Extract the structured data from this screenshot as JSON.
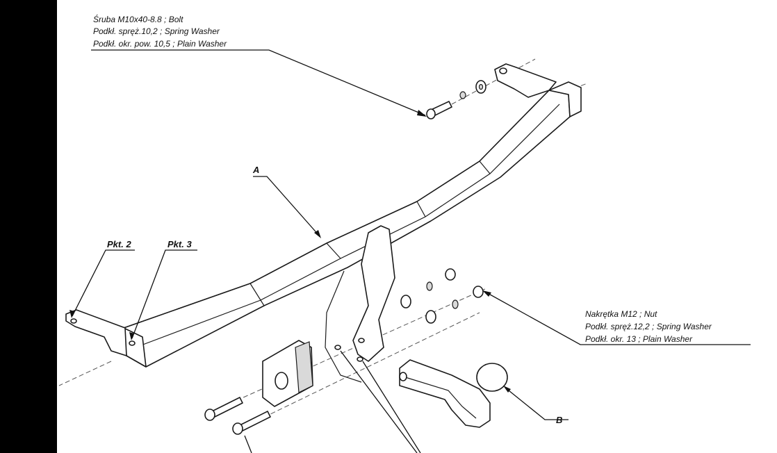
{
  "labels": {
    "bolt_lines": [
      "Śruba M10x40-8.8 ;  Bolt",
      "Podkł. spręż.10,2 ; Spring Washer",
      "Podkł. okr. pow. 10,5 ; Plain Washer"
    ],
    "nut_lines": [
      "Nakrętka  M12 ; Nut",
      "Podkł. spręż.12,2 ; Spring Washer",
      "Podkł. okr. 13 ; Plain Washer"
    ],
    "mark_a": "A",
    "mark_b": "B",
    "pkt2": "Pkt. 2",
    "pkt3": "Pkt. 3"
  }
}
